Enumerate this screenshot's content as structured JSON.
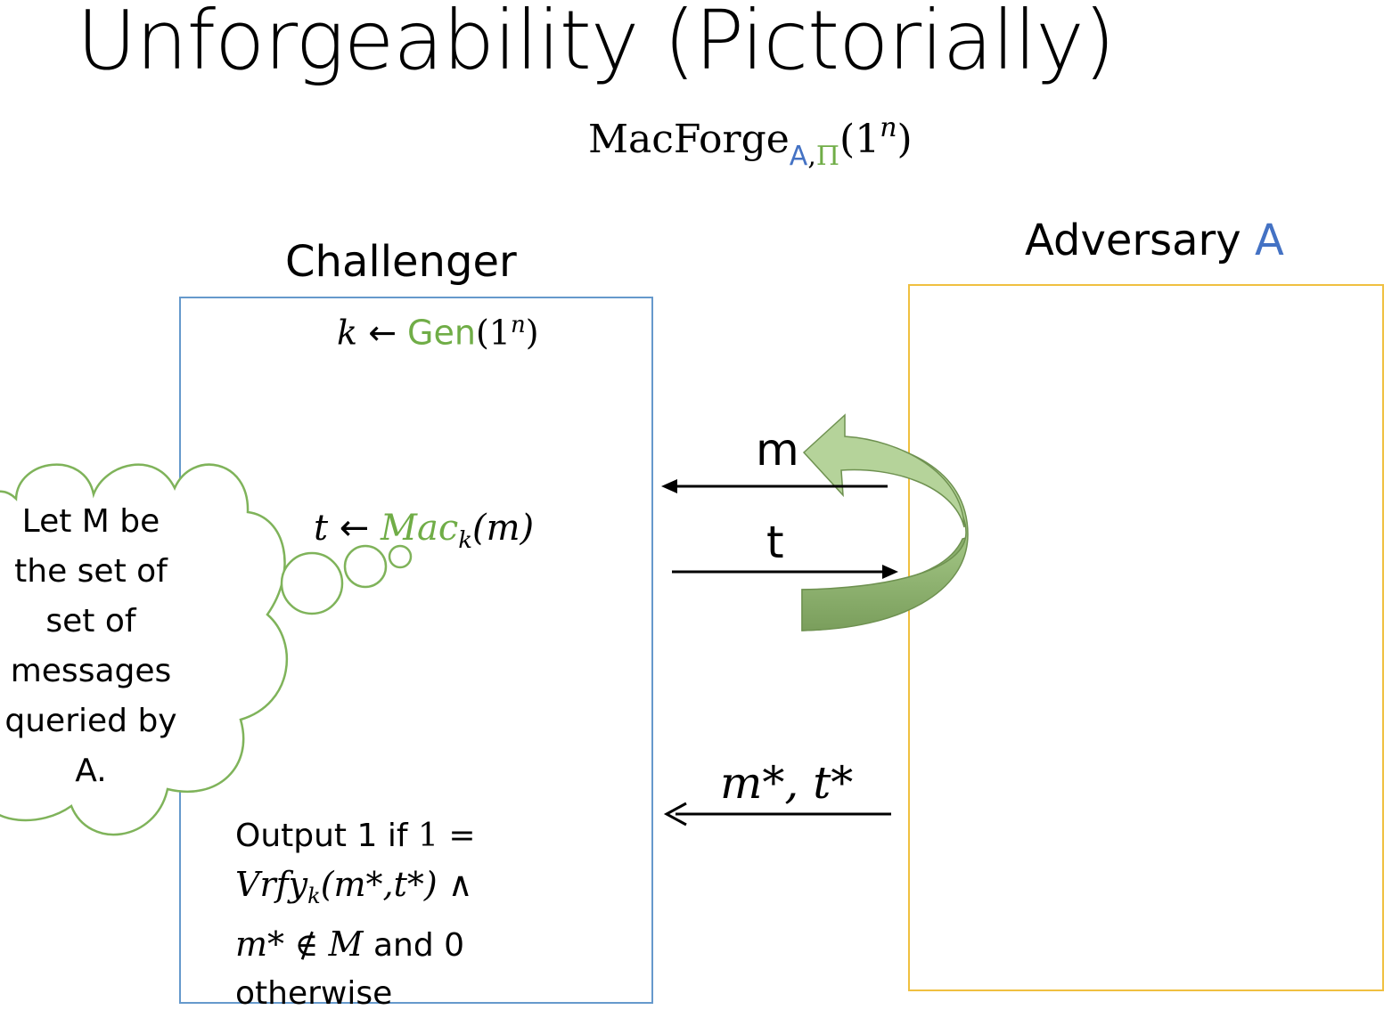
{
  "title": "Unforgeability (Pictorially)",
  "experiment": {
    "name": "MacForge",
    "sub_a": "A",
    "sub_sep": ",",
    "sub_pi": "Π",
    "arg_open": "(1",
    "arg_sup": "n",
    "arg_close": ")"
  },
  "challenger": {
    "heading": "Challenger",
    "keygen": {
      "k": "k",
      "arrow": " ← ",
      "gen": "Gen",
      "arg_open": "(1",
      "arg_sup": "n",
      "arg_close": ")"
    },
    "mac": {
      "t": "t",
      "arrow": " ← ",
      "mac": "Mac",
      "mac_sub": "k",
      "arg": "(m)"
    },
    "output": {
      "prefix": "Output 1 if ",
      "one": "1",
      "eq": " = ",
      "vrfy": "Vrfy",
      "vrfy_sub": "k",
      "vrfy_arg": "(m*,t*) ∧",
      "mstar": "m*",
      "notin": " ∉ ",
      "M": "M",
      "and0": " and 0",
      "otherwise": "otherwise"
    }
  },
  "adversary": {
    "heading": "Adversary ",
    "name": "A"
  },
  "messages": {
    "m": "m",
    "t": "t",
    "final": "m*, t*"
  },
  "thought_cloud": {
    "text": "Let M be the set of set of messages queried by A."
  },
  "colors": {
    "green": "#70AD47",
    "blue": "#4472C4",
    "challenger_border": "#6699CC",
    "adversary_border": "#F0C040",
    "cloud_stroke": "#7FB35A",
    "loop_arrow_light": "#B5D39A",
    "loop_arrow_dark": "#7FA361"
  }
}
